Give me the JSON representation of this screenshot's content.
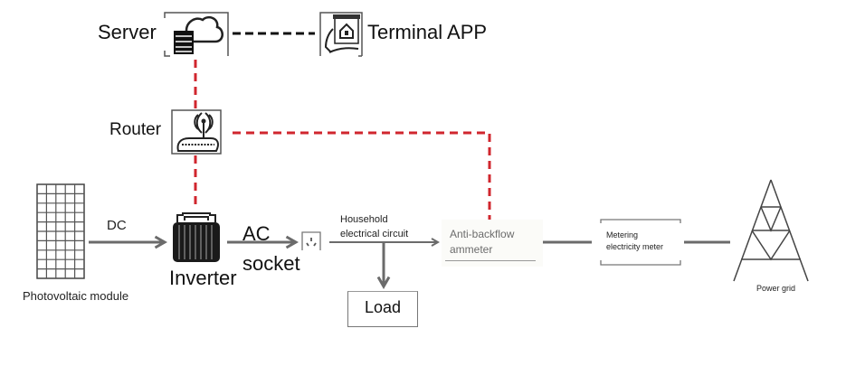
{
  "diagram": {
    "title": "Micro-inverter anti-backflow monitoring system",
    "nodes": {
      "server": {
        "label": "Server",
        "icon": "server-cloud-icon"
      },
      "terminal_app": {
        "label": "Terminal APP",
        "icon": "smartphone-hand-icon"
      },
      "router": {
        "label": "Router",
        "icon": "wifi-router-icon"
      },
      "pv_module": {
        "label": "Photovoltaic module",
        "icon": "solar-panel-icon"
      },
      "inverter": {
        "label": "Inverter",
        "icon": "inverter-icon"
      },
      "socket": {
        "label": "socket",
        "icon": "power-socket-icon"
      },
      "household": {
        "label_line1": "Household",
        "label_line2": "electrical circuit"
      },
      "load": {
        "label": "Load"
      },
      "ammeter": {
        "label_line1": "Anti-backflow",
        "label_line2": "ammeter"
      },
      "meter": {
        "label_line1": "Metering",
        "label_line2": "electricity meter"
      },
      "grid": {
        "label": "Power grid",
        "icon": "transmission-tower-icon"
      }
    },
    "edges": {
      "dc": {
        "label": "DC",
        "from": "pv_module",
        "to": "inverter",
        "style": "solid-arrow"
      },
      "ac": {
        "label": "AC",
        "from": "inverter",
        "to": "socket",
        "style": "solid-arrow"
      },
      "socket_to_ammeter": {
        "from": "socket",
        "to": "ammeter",
        "style": "solid-arrow"
      },
      "household_to_load": {
        "from": "household",
        "to": "load",
        "style": "solid-arrow"
      },
      "ammeter_to_meter": {
        "from": "ammeter",
        "to": "meter",
        "style": "solid"
      },
      "meter_to_grid": {
        "from": "meter",
        "to": "grid",
        "style": "solid"
      },
      "server_terminal": {
        "from": "server",
        "to": "terminal_app",
        "style": "black-dashed"
      },
      "server_router": {
        "from": "server",
        "to": "router",
        "style": "red-dashed"
      },
      "router_inverter": {
        "from": "router",
        "to": "inverter",
        "style": "red-dashed"
      },
      "router_ammeter": {
        "from": "router",
        "to": "ammeter",
        "style": "red-dashed"
      }
    },
    "colors": {
      "wireless_link": "#d0262e",
      "data_link": "#111111",
      "power_line": "#6b6b6b"
    }
  }
}
